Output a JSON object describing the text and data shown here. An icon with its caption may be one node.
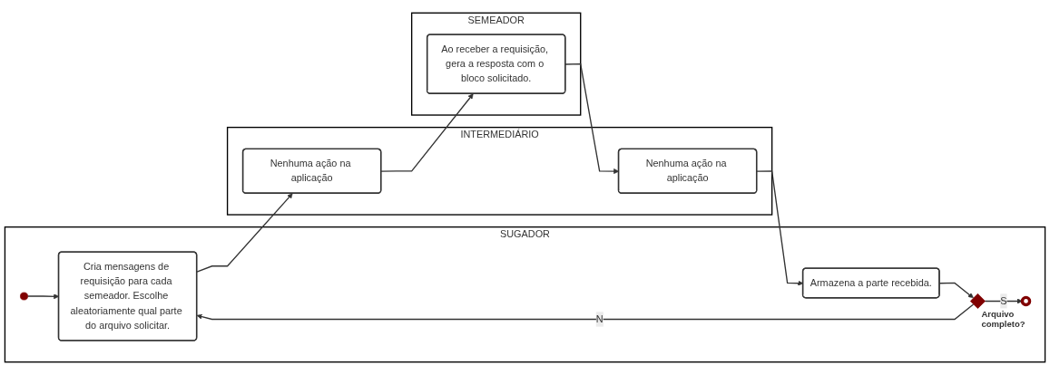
{
  "diagram": {
    "nodes": [
      {
        "text": [
          "SUGADOR"
        ]
      },
      {
        "text": [],
        "shape": "circle",
        "in": 0
      },
      {
        "text": [
          "Cria mensagens de requisição para cada semeador. Escolhe aleatoriamente qual parte do arquivo solicitar."
        ],
        "in": 0
      },
      {
        "text": [
          "Armazena a parte recebida."
        ],
        "in": 0
      },
      {
        "text": [],
        "shape": "diamond",
        "beside": [
          "Arquivo completo?"
        ],
        "in": 0
      },
      {
        "text": [],
        "shape": "circle",
        "in": 0
      },
      {
        "text": [
          "INTERMEDIÁRIO"
        ]
      },
      {
        "text": [
          "Nenhuma ação na aplicação"
        ],
        "in": 6
      },
      {
        "text": [
          "Nenhuma ação na aplicação"
        ],
        "in": 6
      },
      {
        "text": [
          "SEMEADOR"
        ]
      },
      {
        "text": [
          "Ao receber a requisição, gera a resposta com o bloco solicitado."
        ],
        "in": 9
      }
    ],
    "edges": [
      {
        "from": 1,
        "to": 2,
        "arrow": "to"
      },
      {
        "from": 2,
        "to": 7,
        "arrow": "to"
      },
      {
        "from": 7,
        "to": 10,
        "arrow": "to"
      },
      {
        "from": 10,
        "to": 8,
        "arrow": "to"
      },
      {
        "from": 8,
        "to": 3,
        "arrow": "to"
      },
      {
        "from": 3,
        "to": 4,
        "arrow": "to"
      },
      {
        "from": 4,
        "to": 5,
        "label": "S",
        "arrow": "to"
      },
      {
        "from": 4,
        "to": 2,
        "label": "N",
        "arrow": "to"
      }
    ]
  }
}
